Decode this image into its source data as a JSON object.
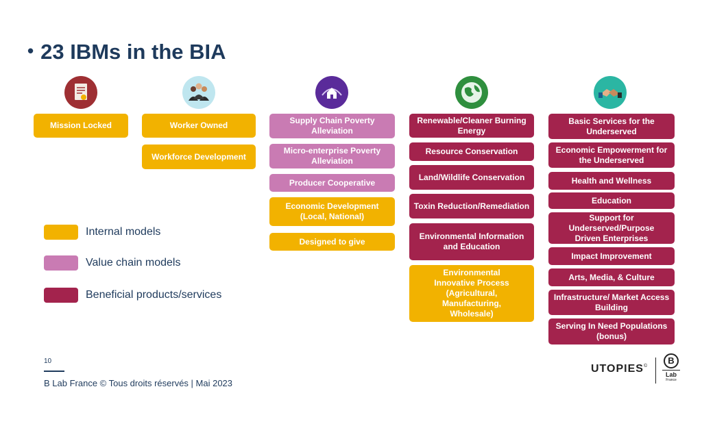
{
  "title": "23 IBMs in the BIA",
  "columns": [
    {
      "boxes": [
        "Mission Locked"
      ]
    },
    {
      "boxes": [
        "Worker Owned",
        "Workforce Development"
      ]
    },
    {
      "boxes": [
        "Supply Chain Poverty Alleviation",
        "Micro-enterprise Poverty Alleviation",
        "Producer Cooperative",
        "Economic Development (Local, National)",
        "Designed to give"
      ]
    },
    {
      "boxes": [
        "Renewable/Cleaner Burning Energy",
        "Resource Conservation",
        "Land/Wildlife Conservation",
        "Toxin Reduction/Remediation",
        "Environmental Information and Education",
        "Environmental Innovative Process (Agricultural, Manufacturing, Wholesale)"
      ]
    },
    {
      "boxes": [
        "Basic Services for the Underserved",
        "Economic Empowerment for the Underserved",
        "Health and Wellness",
        "Education",
        "Support for Underserved/Purpose Driven Enterprises",
        "Impact Improvement",
        "Arts, Media, & Culture",
        "Infrastructure/ Market Access Building",
        "Serving In Need Populations (bonus)"
      ]
    }
  ],
  "icons": [
    "certificate-icon",
    "workers-icon",
    "supply-chain-house-icon",
    "globe-icon",
    "handshake-icon"
  ],
  "legend": [
    {
      "label": "Internal models",
      "color": "#f2b200"
    },
    {
      "label": "Value chain models",
      "color": "#c97bb3"
    },
    {
      "label": "Beneficial products/services",
      "color": "#a3234d"
    }
  ],
  "colors": {
    "internal": "#f2b200",
    "value_chain": "#c97bb3",
    "beneficial": "#a3234d",
    "title": "#1e3a5c"
  },
  "footer": {
    "page_number": "10",
    "text": "B Lab France © Tous droits réservés | Mai 2023",
    "utopies": "UTOPIES",
    "utopies_mark": "©",
    "blab_b": "B",
    "blab_lab": "Lab",
    "blab_country": "France"
  }
}
